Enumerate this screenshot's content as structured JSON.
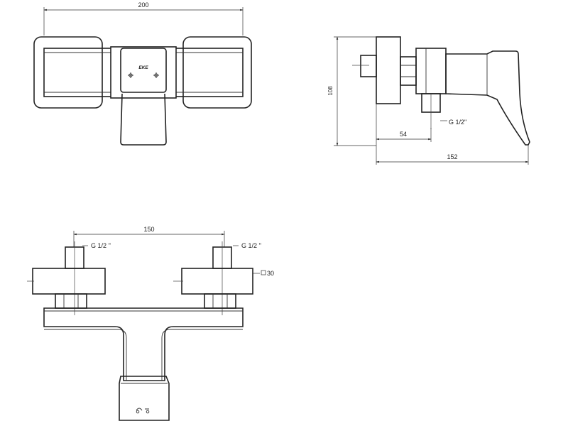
{
  "front_view": {
    "width_dim": "200",
    "brand": "EKE"
  },
  "side_view": {
    "height_dim": "108",
    "depth_dim": "152",
    "offset_dim": "54",
    "thread_label": "G 1/2\""
  },
  "top_view": {
    "spacing_dim": "150",
    "thread_left": "G 1/2 ''",
    "thread_right": "G 1/2 ''",
    "square_dim": "30"
  }
}
